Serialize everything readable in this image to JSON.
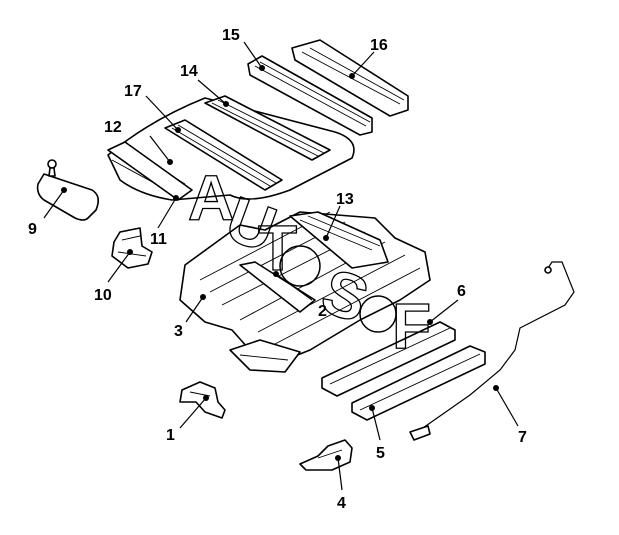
{
  "diagram": {
    "watermark": {
      "letters": [
        "A",
        "U",
        "T",
        "O",
        "S",
        "O",
        "F"
      ]
    },
    "callouts": [
      {
        "id": "c1",
        "label": "1"
      },
      {
        "id": "c2",
        "label": "2"
      },
      {
        "id": "c3",
        "label": "3"
      },
      {
        "id": "c4",
        "label": "4"
      },
      {
        "id": "c5",
        "label": "5"
      },
      {
        "id": "c6",
        "label": "6"
      },
      {
        "id": "c7",
        "label": "7"
      },
      {
        "id": "c9",
        "label": "9"
      },
      {
        "id": "c10",
        "label": "10"
      },
      {
        "id": "c11",
        "label": "11"
      },
      {
        "id": "c12",
        "label": "12"
      },
      {
        "id": "c13",
        "label": "13"
      },
      {
        "id": "c14",
        "label": "14"
      },
      {
        "id": "c15",
        "label": "15"
      },
      {
        "id": "c16",
        "label": "16"
      },
      {
        "id": "c17",
        "label": "17"
      }
    ]
  }
}
